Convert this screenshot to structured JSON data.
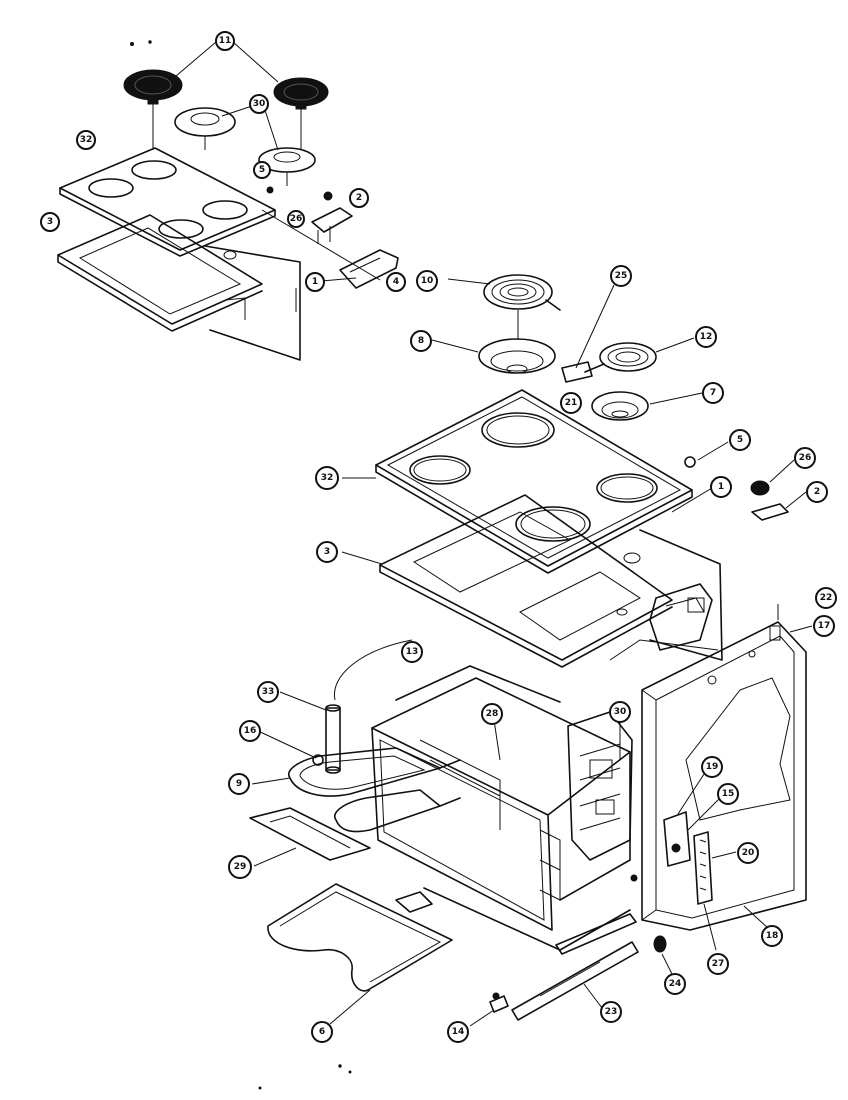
{
  "callouts": {
    "c11": "11",
    "c32a": "32",
    "c30a": "30",
    "c5a": "5",
    "c26a": "26",
    "c2a": "2",
    "c3a": "3",
    "c1a": "1",
    "c4": "4",
    "c10": "10",
    "c25": "25",
    "c8": "8",
    "c12": "12",
    "c21": "21",
    "c7": "7",
    "c5b": "5",
    "c32b": "32",
    "c26b": "26",
    "c1b": "1",
    "c2b": "2",
    "c3b": "3",
    "c22": "22",
    "c17": "17",
    "c13": "13",
    "c33": "33",
    "c28": "28",
    "c30b": "30",
    "c16": "16",
    "c9": "9",
    "c19": "19",
    "c15": "15",
    "c20": "20",
    "c29": "29",
    "c6": "6",
    "c24": "24",
    "c27": "27",
    "c18": "18",
    "c14": "14",
    "c23": "23"
  }
}
